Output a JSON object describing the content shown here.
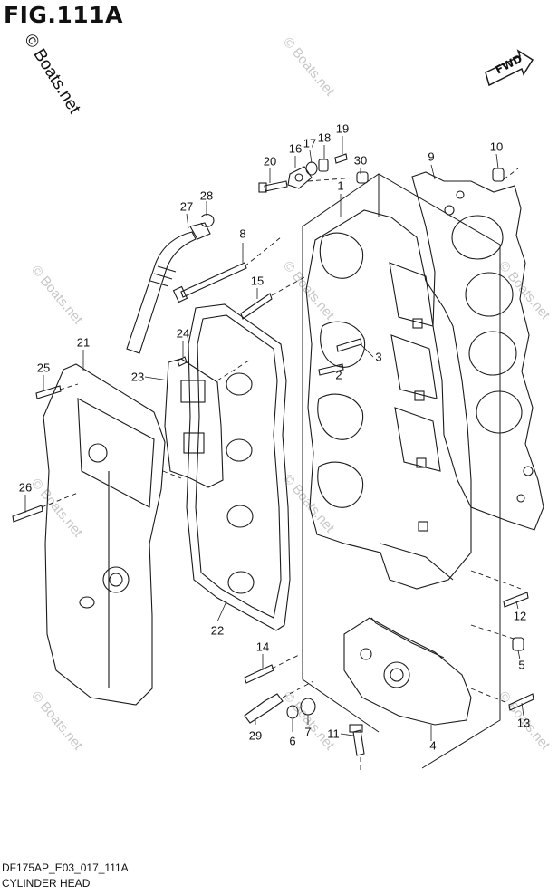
{
  "figure": {
    "title": "FIG.111A",
    "copyright": "© Boats.net",
    "watermark": "© Boats.net",
    "direction_label": "FWD",
    "drawing_code": "DF175AP_E03_017_111A",
    "caption": "CYLINDER HEAD"
  },
  "callouts": {
    "c1": "1",
    "c2": "2",
    "c3": "3",
    "c4": "4",
    "c5": "5",
    "c6": "6",
    "c7": "7",
    "c8": "8",
    "c9": "9",
    "c10": "10",
    "c11": "11",
    "c12": "12",
    "c13": "13",
    "c14": "14",
    "c15": "15",
    "c16": "16",
    "c17": "17",
    "c18": "18",
    "c19": "19",
    "c20": "20",
    "c21": "21",
    "c22": "22",
    "c23": "23",
    "c24": "24",
    "c25": "25",
    "c26": "26",
    "c27": "27",
    "c28": "28",
    "c29": "29",
    "c30": "30"
  },
  "colors": {
    "line": "#1a1a1a",
    "watermark": "#c8c8c8",
    "background": "#ffffff"
  }
}
